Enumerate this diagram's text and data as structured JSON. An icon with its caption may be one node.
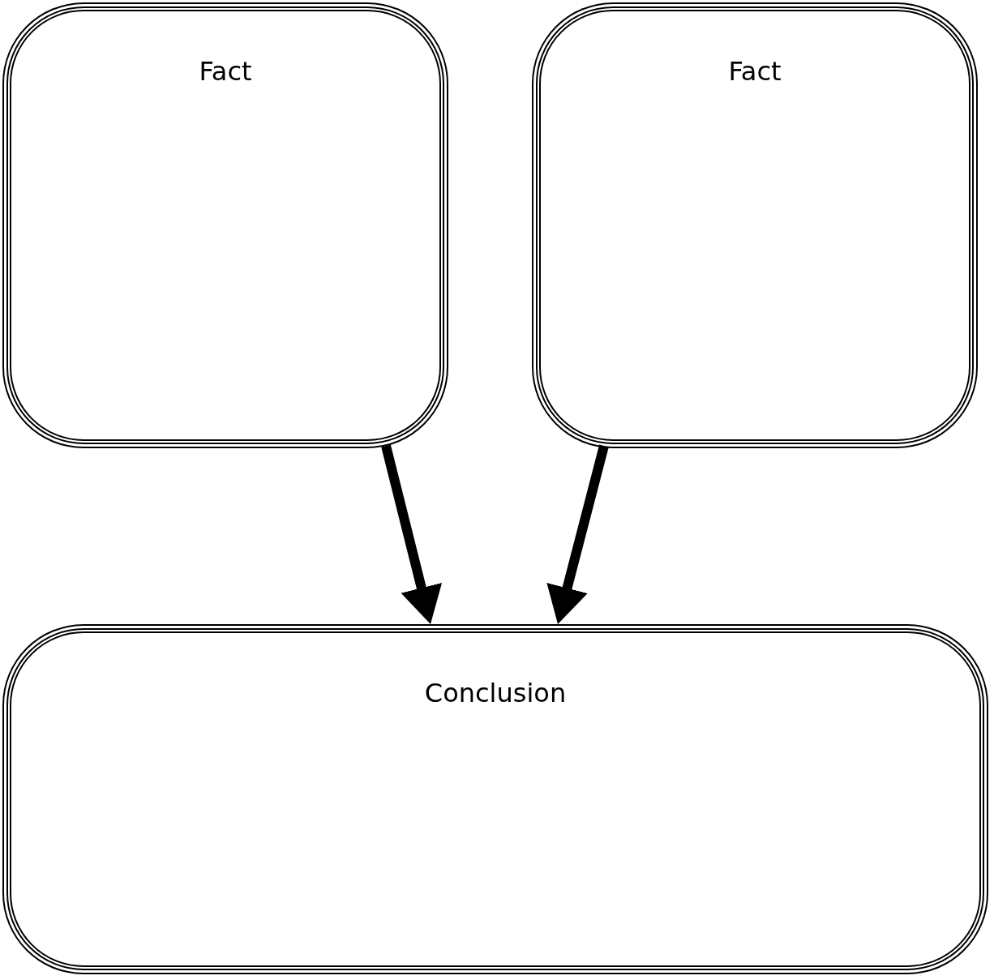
{
  "diagram": {
    "nodes": [
      {
        "text": [
          "Fact"
        ]
      },
      {
        "text": [
          "Fact"
        ]
      },
      {
        "text": [
          "Conclusion"
        ]
      }
    ],
    "edges": [
      {
        "from": 0,
        "to": 2,
        "arrow": "to"
      },
      {
        "from": 1,
        "to": 2,
        "arrow": "to"
      }
    ]
  }
}
